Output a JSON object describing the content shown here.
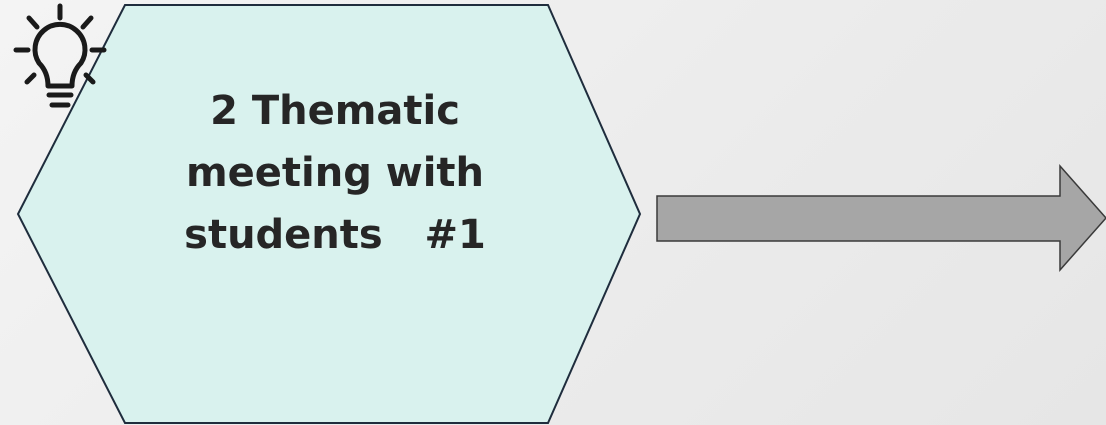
{
  "diagram": {
    "step_box": {
      "lines": [
        "2 Thematic",
        "meeting with",
        "students   #1"
      ],
      "fill_color": "#d9f2ee",
      "stroke_color": "#1f2d3d",
      "icon": "lightbulb-icon"
    },
    "connector": {
      "type": "arrow-right",
      "fill_color": "#a6a6a6",
      "stroke_color": "#3a3a3a"
    }
  }
}
